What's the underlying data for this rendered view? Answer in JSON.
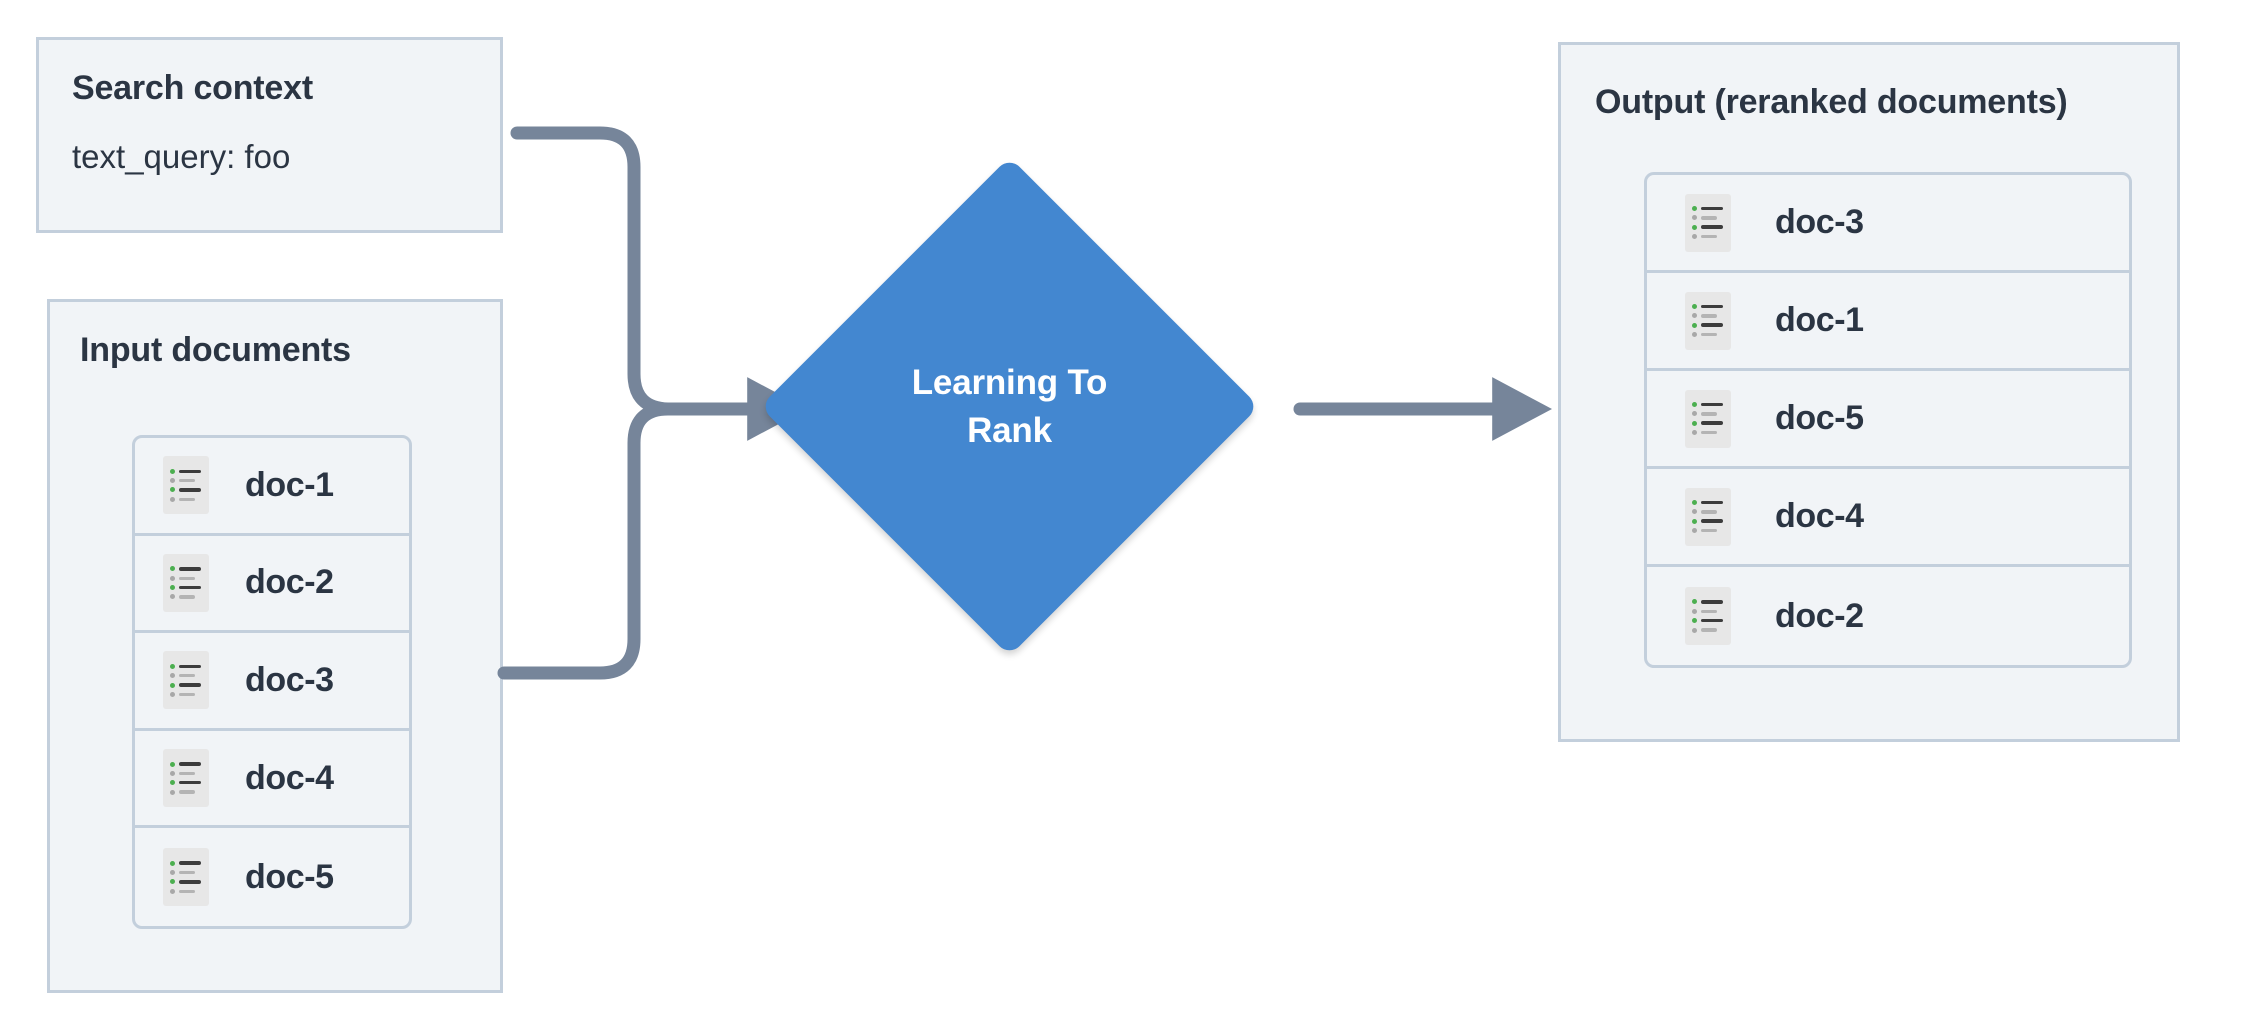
{
  "diagram": {
    "title": "Learning To Rank reranking flow",
    "background": "#ffffff",
    "colors": {
      "panel_fill": "#f1f4f7",
      "panel_border": "#c3cfdc",
      "text": "#2b3543",
      "accent": "#4387d0",
      "connector": "#76859a",
      "icon_bg": "#e7e7e7",
      "icon_bullet_active": "#4caf50",
      "icon_bullet_muted": "#a8a8a8"
    }
  },
  "search_context": {
    "title": "Search context",
    "field_line": "text_query: foo"
  },
  "input_documents": {
    "title": "Input documents",
    "icon": "document-list-icon",
    "documents": [
      {
        "label": "doc-1"
      },
      {
        "label": "doc-2"
      },
      {
        "label": "doc-3"
      },
      {
        "label": "doc-4"
      },
      {
        "label": "doc-5"
      }
    ]
  },
  "process_node": {
    "shape": "diamond",
    "label": "Learning To Rank",
    "label_lines": [
      "Learning To",
      "Rank"
    ]
  },
  "output": {
    "title": "Output (reranked documents)",
    "icon": "document-list-icon",
    "documents": [
      {
        "label": "doc-3"
      },
      {
        "label": "doc-1"
      },
      {
        "label": "doc-5"
      },
      {
        "label": "doc-4"
      },
      {
        "label": "doc-2"
      }
    ]
  },
  "connectors": [
    {
      "name": "search-context-to-ltr",
      "from": "Search context",
      "to": "Learning To Rank"
    },
    {
      "name": "input-documents-to-ltr",
      "from": "Input documents",
      "to": "Learning To Rank"
    },
    {
      "name": "ltr-to-output",
      "from": "Learning To Rank",
      "to": "Output (reranked documents)"
    }
  ]
}
